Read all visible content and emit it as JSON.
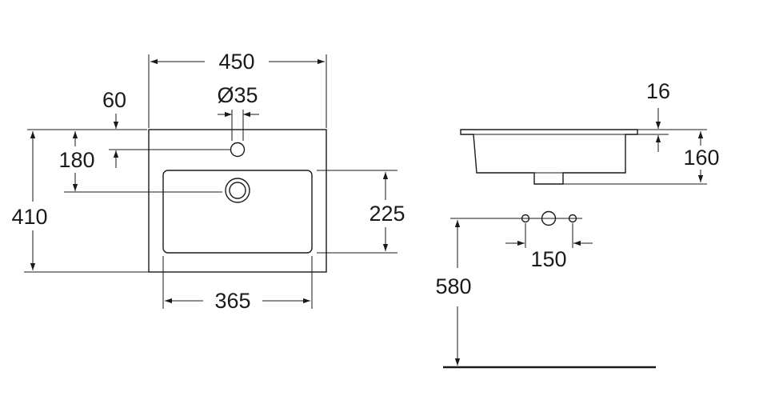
{
  "dimensions": {
    "overall_width": "450",
    "tap_hole_diameter": "Ø35",
    "tap_hole_offset": "60",
    "drain_offset": "180",
    "overall_depth": "410",
    "bowl_depth": "225",
    "bowl_width": "365",
    "rim_thickness": "16",
    "basin_height": "160",
    "tap_spacing": "150",
    "mounting_height": "580"
  }
}
